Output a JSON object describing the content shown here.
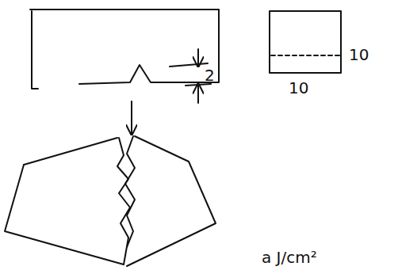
{
  "diagram": {
    "labels": [
      "2",
      "10",
      "10",
      "a J/cm²"
    ]
  }
}
